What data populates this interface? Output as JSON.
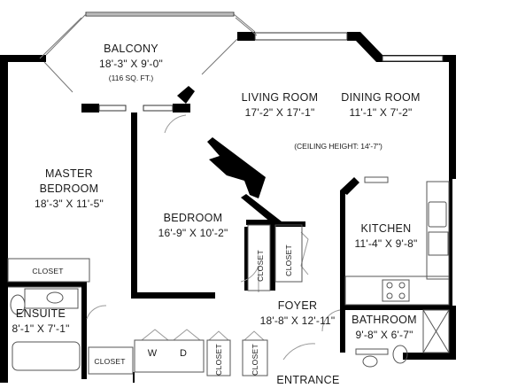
{
  "rooms": {
    "balcony": {
      "name": "BALCONY",
      "dim": "18'-3\" X 9'-0\"",
      "area": "(116 SQ. FT.)"
    },
    "living": {
      "name": "LIVING ROOM",
      "dim": "17'-2\" X 17'-1\""
    },
    "dining": {
      "name": "DINING ROOM",
      "dim": "11'-1\" X 7'-2\""
    },
    "ceiling": "(CEILING HEIGHT: 14'-7\")",
    "master": {
      "name1": "MASTER",
      "name2": "BEDROOM",
      "dim": "18'-3\" X 11'-5\""
    },
    "bedroom": {
      "name": "BEDROOM",
      "dim": "16'-9\" X 10'-2\""
    },
    "kitchen": {
      "name": "KITCHEN",
      "dim": "11'-4\" X 9'-8\""
    },
    "foyer": {
      "name": "FOYER",
      "dim": "18'-8\" X 12'-11\""
    },
    "bathroom": {
      "name": "BATHROOM",
      "dim": "9'-8\" X 6'-7\""
    },
    "ensuite": {
      "name": "ENSUITE",
      "dim": "8'-1\" X 7'-1\""
    },
    "entrance": "ENTRANCE"
  },
  "closets": {
    "master": "CLOSET",
    "ensuite": "CLOSET",
    "bedroom_v": "CLOSET",
    "foyer_v": "CLOSET",
    "hall_1": "CLOSET",
    "hall_2": "CLOSET"
  },
  "laundry": {
    "washer": "W",
    "dryer": "D"
  }
}
